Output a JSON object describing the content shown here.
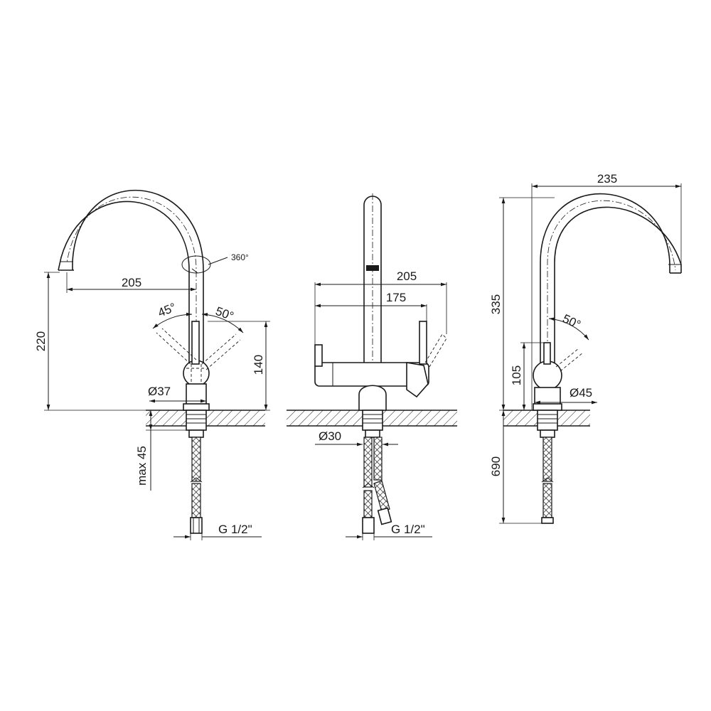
{
  "views": {
    "left": {
      "dims": {
        "spout_reach": "205",
        "total_height": "220",
        "lever_height": "140",
        "base_diameter": "Ø37",
        "max_deck": "max 45",
        "connection": "G 1/2\"",
        "rotation": "360°",
        "angle_left": "45°",
        "angle_right": "50°"
      }
    },
    "middle": {
      "dims": {
        "overall_width": "205",
        "lever_span": "175",
        "base_diameter": "Ø30",
        "connection": "G 1/2\""
      }
    },
    "right": {
      "dims": {
        "spout_reach": "235",
        "total_height": "335",
        "lever_height": "105",
        "base_diameter": "Ø45",
        "hose_length": "690",
        "angle": "50°"
      }
    }
  },
  "colors": {
    "line": "#1a1a1a",
    "background": "#ffffff"
  }
}
